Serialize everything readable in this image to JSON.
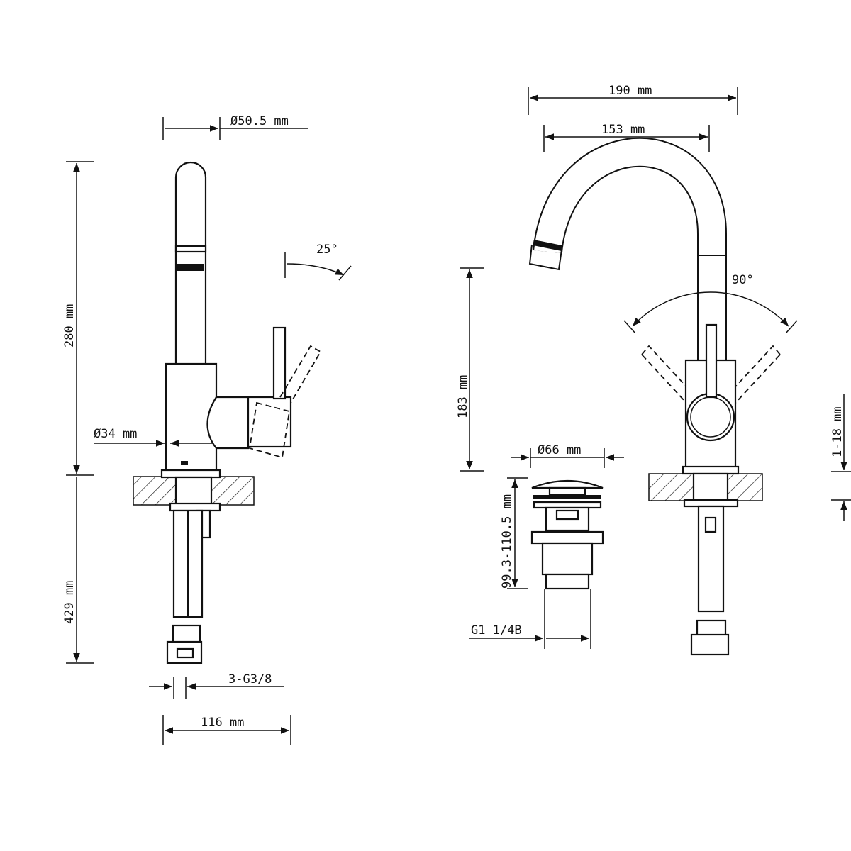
{
  "title": "Basin mixer tap technical drawing",
  "side_view": {
    "spout_diameter": "Ø50.5 mm",
    "height_above": "280 mm",
    "lever_tilt": "25°",
    "body_diameter": "Ø34 mm",
    "hose_length": "429 mm",
    "connection": "3-G3/8",
    "depth": "116 mm"
  },
  "front_view": {
    "total_reach": "190 mm",
    "spout_reach": "153 mm",
    "swivel_angle": "90°",
    "spout_height": "183 mm",
    "countertop_thickness": "1-18 mm"
  },
  "waste": {
    "diameter": "Ø66 mm",
    "height": "99.3-110.5 mm",
    "thread": "G1 1/4B"
  }
}
